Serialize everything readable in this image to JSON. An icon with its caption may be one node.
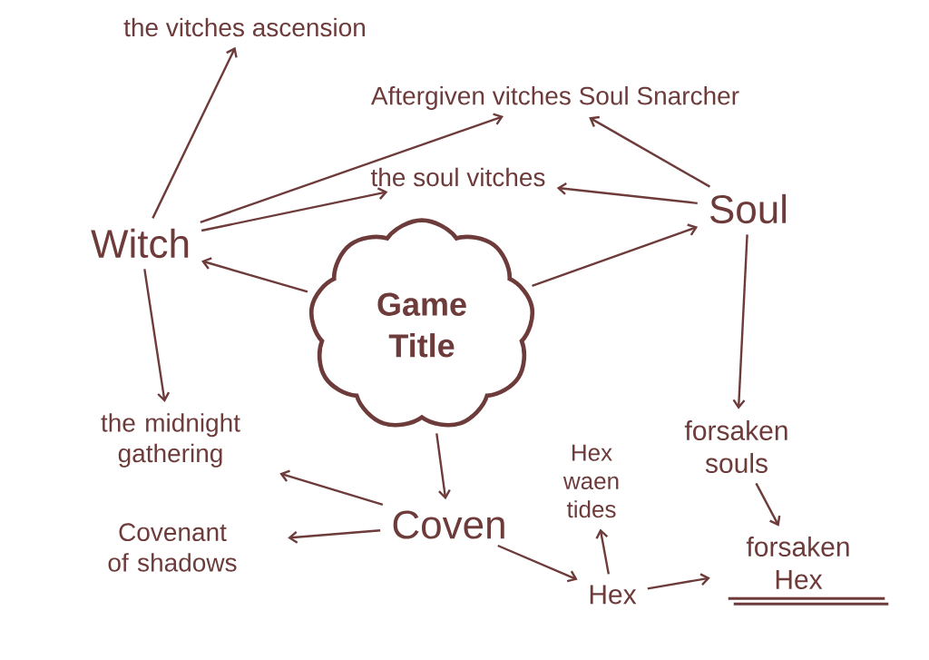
{
  "diagram": {
    "nodes": [
      {
        "text": [
          "Game Title"
        ]
      },
      {
        "text": [
          "Witch"
        ]
      },
      {
        "text": [
          "Soul"
        ]
      },
      {
        "text": [
          "Coven"
        ]
      },
      {
        "text": [
          "the vitches ascension"
        ]
      },
      {
        "text": [
          "Aftergiven vitches Soul Snarcher"
        ]
      },
      {
        "text": [
          "the soul vitches"
        ]
      },
      {
        "text": [
          "the midnight gathering"
        ]
      },
      {
        "text": [
          "Covenant of shadows"
        ]
      },
      {
        "text": [
          "forsaken souls"
        ]
      },
      {
        "text": [
          "forsaken Hex"
        ]
      },
      {
        "text": [
          "Hex waen tides"
        ]
      },
      {
        "text": [
          "Hex"
        ]
      }
    ],
    "edges": [
      {
        "from": 0,
        "to": 1,
        "arrow": "to"
      },
      {
        "from": 0,
        "to": 2,
        "arrow": "to"
      },
      {
        "from": 0,
        "to": 3,
        "arrow": "to"
      },
      {
        "from": 1,
        "to": 4,
        "arrow": "to"
      },
      {
        "from": 1,
        "to": 5,
        "arrow": "to"
      },
      {
        "from": 1,
        "to": 6,
        "arrow": "to"
      },
      {
        "from": 1,
        "to": 7,
        "arrow": "to"
      },
      {
        "from": 2,
        "to": 6,
        "arrow": "to"
      },
      {
        "from": 2,
        "to": 5,
        "arrow": "to"
      },
      {
        "from": 2,
        "to": 9,
        "arrow": "to"
      },
      {
        "from": 3,
        "to": 7,
        "arrow": "to"
      },
      {
        "from": 3,
        "to": 8,
        "arrow": "to"
      },
      {
        "from": 3,
        "to": 12,
        "arrow": "to"
      },
      {
        "from": 12,
        "to": 11,
        "arrow": "to"
      },
      {
        "from": 12,
        "to": 10,
        "arrow": "to"
      },
      {
        "from": 9,
        "to": 10,
        "arrow": "to"
      }
    ]
  }
}
